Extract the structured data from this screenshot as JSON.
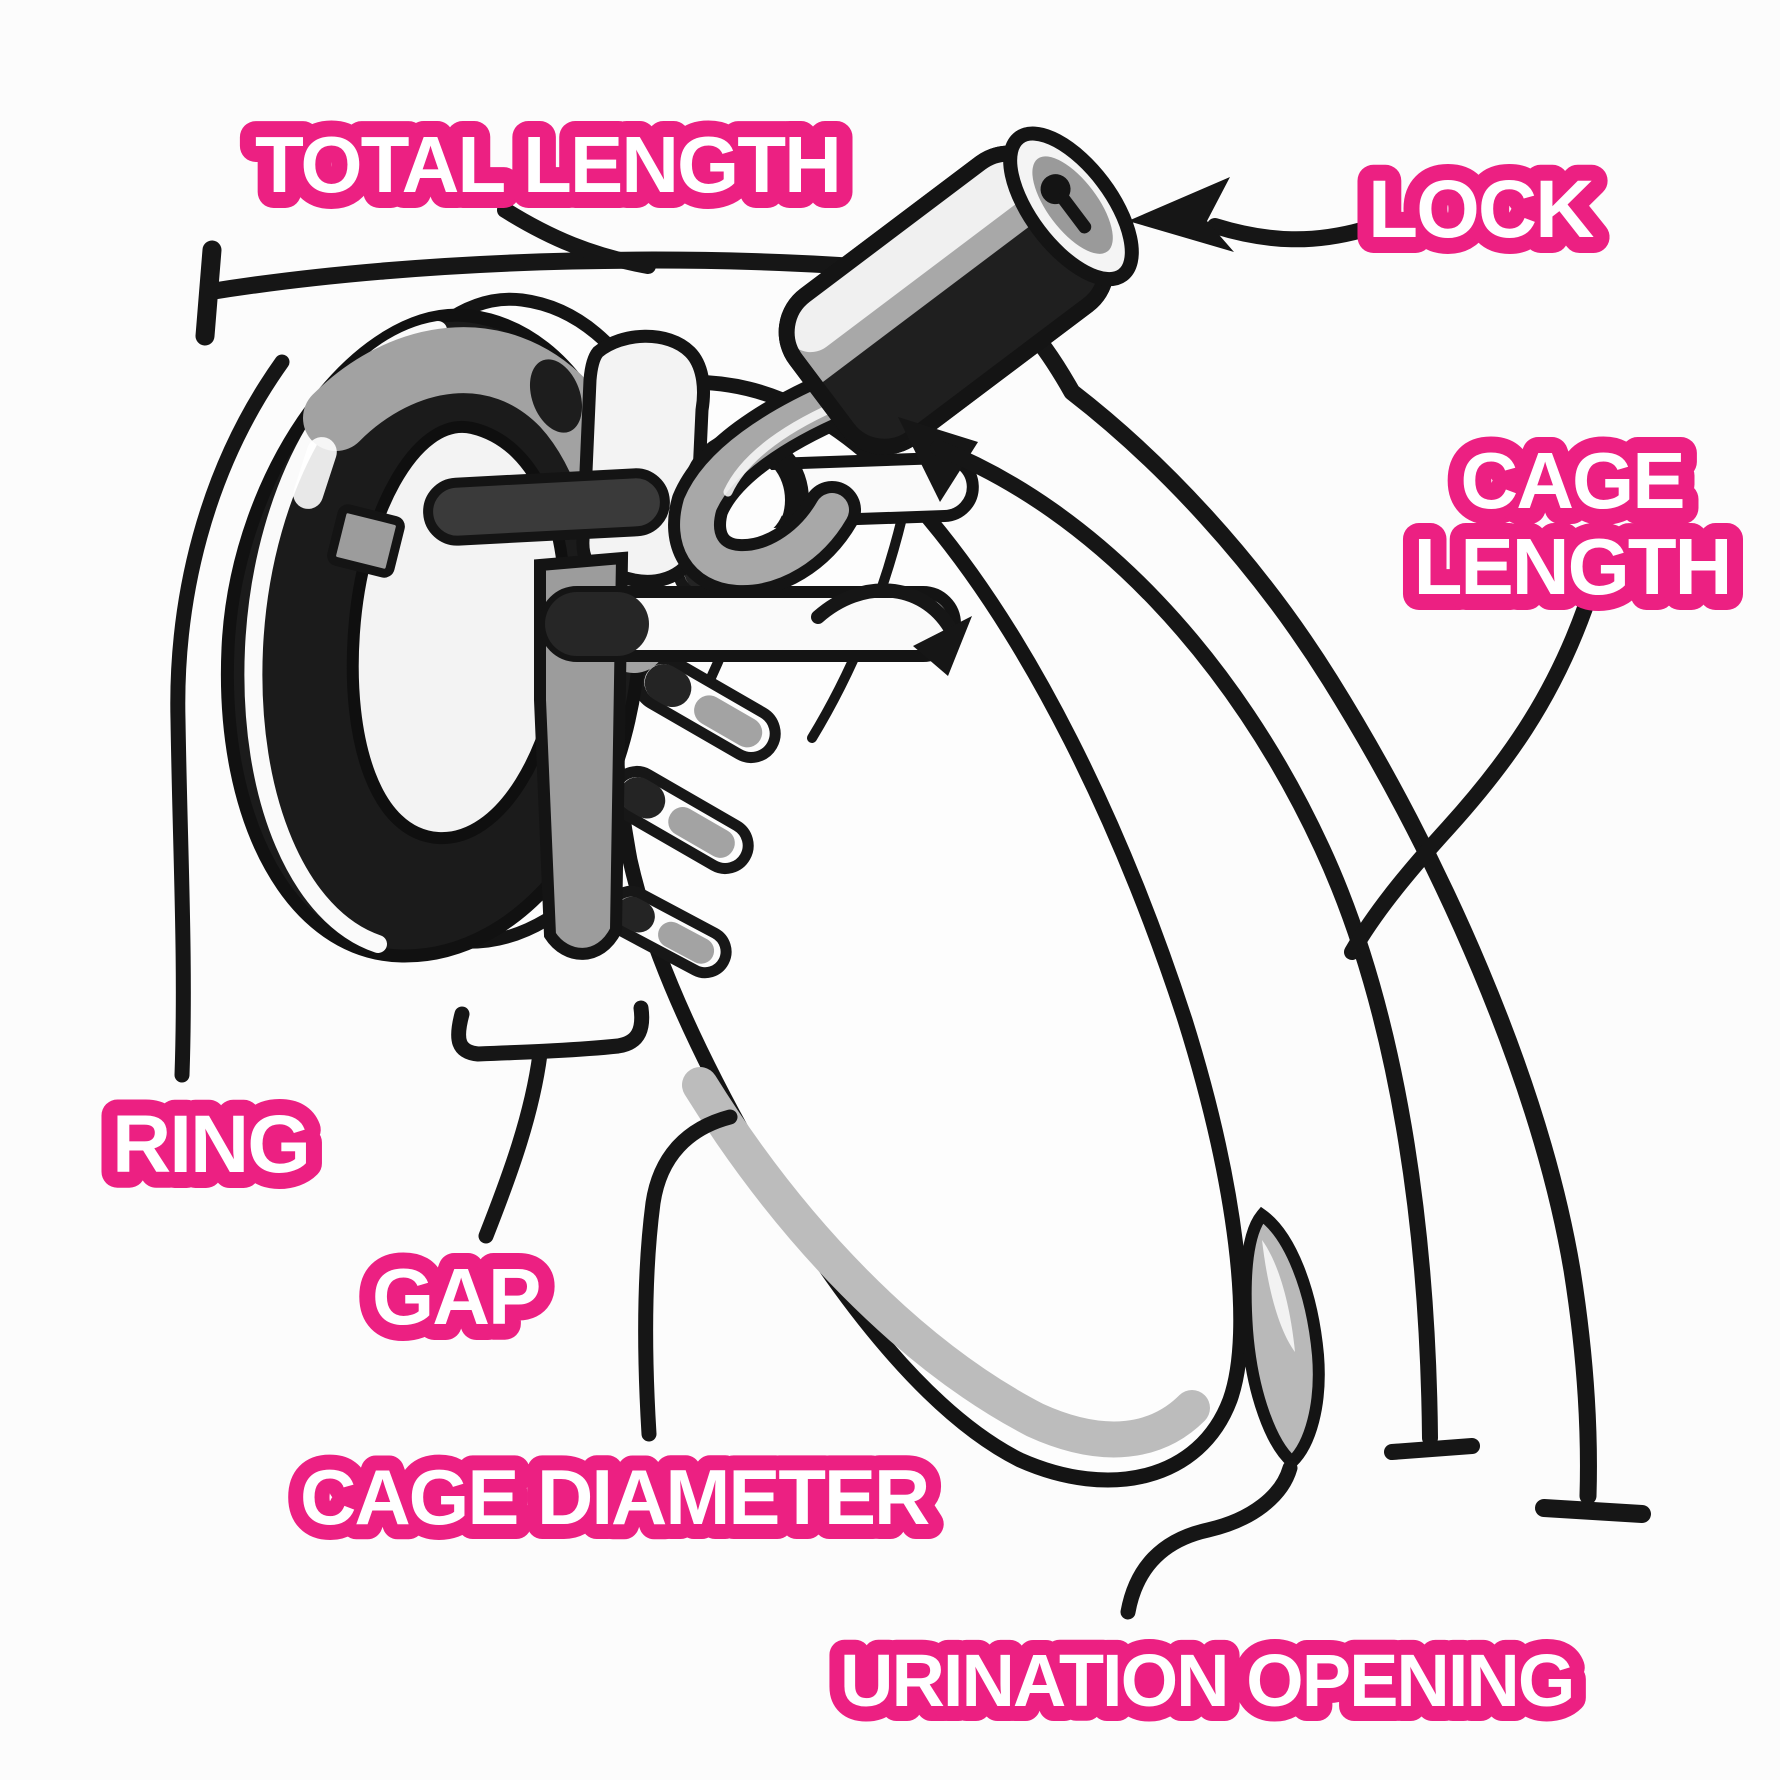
{
  "labels": {
    "total_length": "TOTAL LENGTH",
    "lock": "LOCK",
    "cage_length_line1": "CAGE",
    "cage_length_line2": "LENGTH",
    "ring": "RING",
    "gap": "GAP",
    "cage_diameter": "CAGE DIAMETER",
    "urination_opening": "URINATION OPENING"
  },
  "colors": {
    "label_background_pink": "#ec2082",
    "label_text_white": "#ffffff",
    "line_ink_black": "#161616",
    "metal_gray": "#a8a8a8",
    "shadow_dark": "#1d1d1d",
    "page_background": "#fcfcfc"
  }
}
